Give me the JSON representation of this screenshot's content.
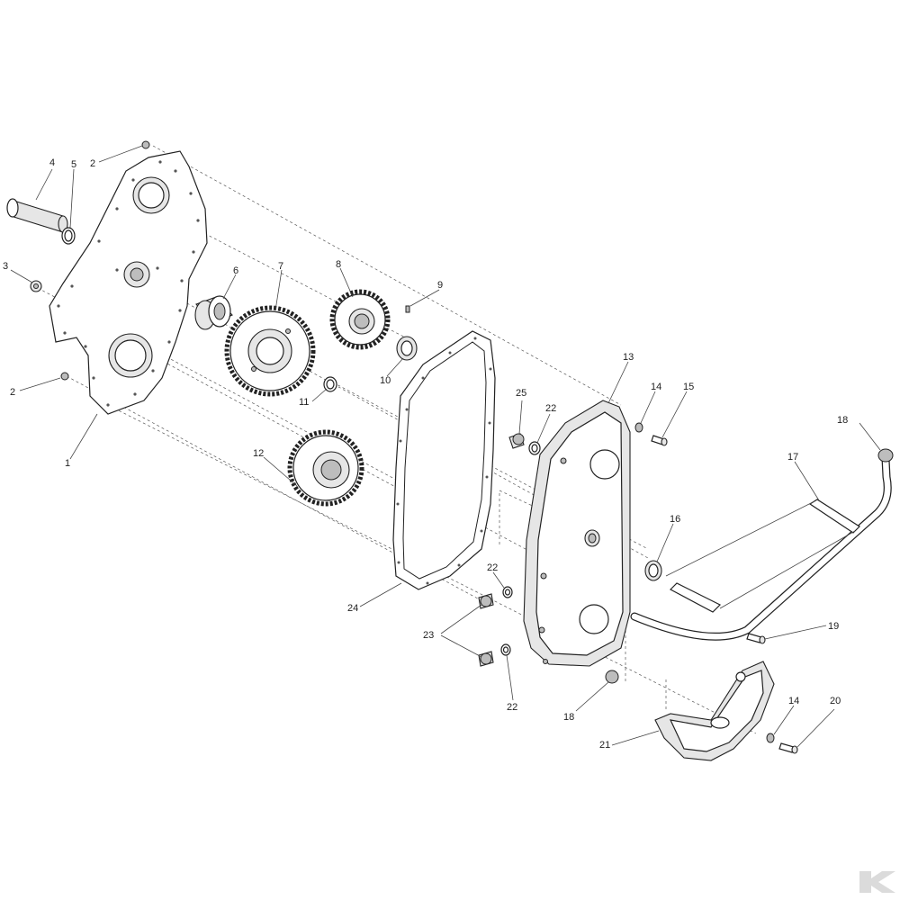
{
  "labels": [
    {
      "id": "l4",
      "text": "4"
    },
    {
      "id": "l5",
      "text": "5"
    },
    {
      "id": "l2a",
      "text": "2"
    },
    {
      "id": "l3",
      "text": "3"
    },
    {
      "id": "l6",
      "text": "6"
    },
    {
      "id": "l7",
      "text": "7"
    },
    {
      "id": "l8",
      "text": "8"
    },
    {
      "id": "l9",
      "text": "9"
    },
    {
      "id": "l10",
      "text": "10"
    },
    {
      "id": "l11",
      "text": "11"
    },
    {
      "id": "l2b",
      "text": "2"
    },
    {
      "id": "l1",
      "text": "1"
    },
    {
      "id": "l12",
      "text": "12"
    },
    {
      "id": "l13",
      "text": "13"
    },
    {
      "id": "l14a",
      "text": "14"
    },
    {
      "id": "l15",
      "text": "15"
    },
    {
      "id": "l25",
      "text": "25"
    },
    {
      "id": "l22a",
      "text": "22"
    },
    {
      "id": "l18a",
      "text": "18"
    },
    {
      "id": "l17",
      "text": "17"
    },
    {
      "id": "l16",
      "text": "16"
    },
    {
      "id": "l22b",
      "text": "22"
    },
    {
      "id": "l24",
      "text": "24"
    },
    {
      "id": "l23",
      "text": "23"
    },
    {
      "id": "l19",
      "text": "19"
    },
    {
      "id": "l22c",
      "text": "22"
    },
    {
      "id": "l18b",
      "text": "18"
    },
    {
      "id": "l14b",
      "text": "14"
    },
    {
      "id": "l20",
      "text": "20"
    },
    {
      "id": "l21",
      "text": "21"
    }
  ]
}
